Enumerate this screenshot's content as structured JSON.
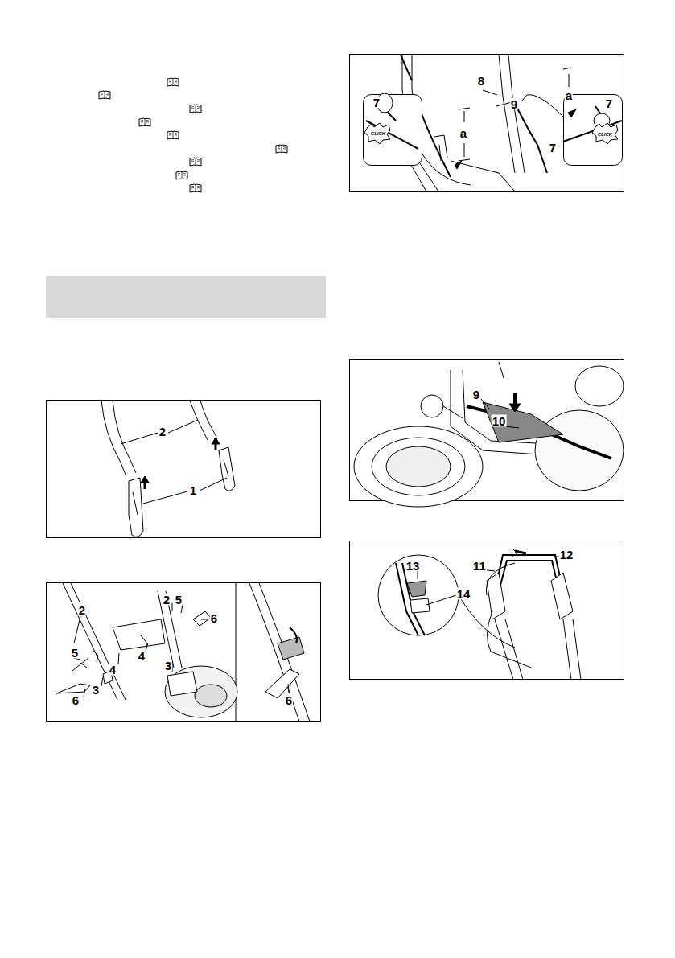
{
  "diagram": {
    "labels": [
      "2",
      "1",
      "2",
      "5",
      "4",
      "3",
      "6",
      "2",
      "5",
      "6",
      "4",
      "3",
      "6",
      "8",
      "a",
      "9",
      "a",
      "7",
      "7",
      "7",
      "CLICK",
      "CLICK",
      "9",
      "10",
      "13",
      "11",
      "12",
      "14"
    ]
  }
}
